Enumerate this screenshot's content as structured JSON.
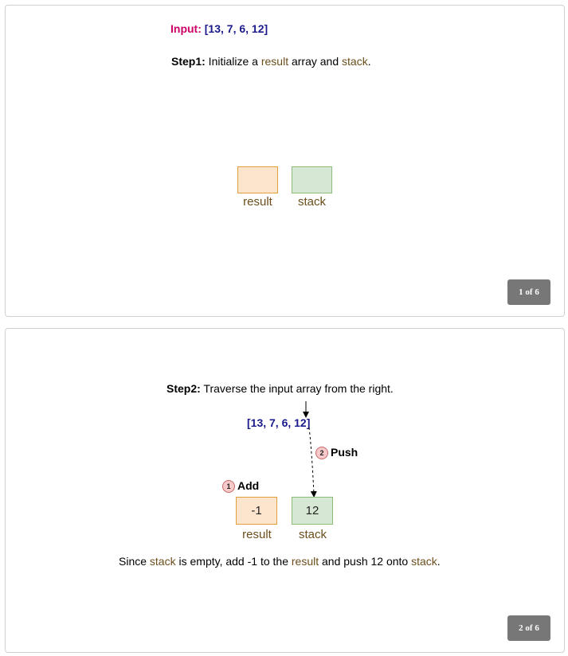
{
  "card1": {
    "input_label": "Input:",
    "input_value": "[13, 7, 6, 12]",
    "step_label": "Step1:",
    "step_text_a": " Initialize a ",
    "step_result": "result",
    "step_text_b": " array and ",
    "step_stack": "stack",
    "step_text_c": ".",
    "result_label": "result",
    "stack_label": "stack",
    "badge": "1 of 6"
  },
  "card2": {
    "step_label": "Step2:",
    "step_text": " Traverse the input array from the right.",
    "array_text": "[13, 7, 6, 12]",
    "push_num": "2",
    "push_label": "Push",
    "add_num": "1",
    "add_label": "Add",
    "result_value": "-1",
    "stack_value": "12",
    "result_label": "result",
    "stack_label": "stack",
    "caption_a": "Since ",
    "caption_stack1": "stack",
    "caption_b": " is empty, add -1 to the ",
    "caption_result": "result",
    "caption_c": " and push 12 onto ",
    "caption_stack2": "stack",
    "caption_d": ".",
    "badge": "2 of 6"
  },
  "colors": {
    "result_fill": "#fde4cc",
    "stack_fill": "#d6e8d4",
    "keyword_brown": "#6b4e1c",
    "input_pink": "#cc0066",
    "array_navy": "#1a1a8c"
  }
}
